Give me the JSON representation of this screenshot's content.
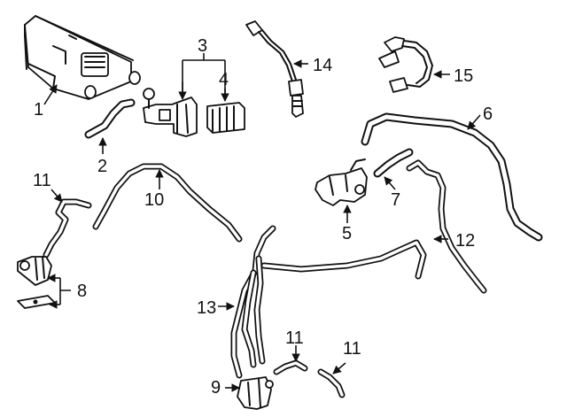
{
  "callouts": {
    "c1": "1",
    "c2": "2",
    "c3": "3",
    "c4": "4",
    "c5": "5",
    "c6": "6",
    "c7": "7",
    "c8": "8",
    "c9": "9",
    "c10": "10",
    "c11a": "11",
    "c11b": "11",
    "c11c": "11",
    "c12": "12",
    "c13": "13",
    "c14": "14",
    "c15": "15"
  }
}
